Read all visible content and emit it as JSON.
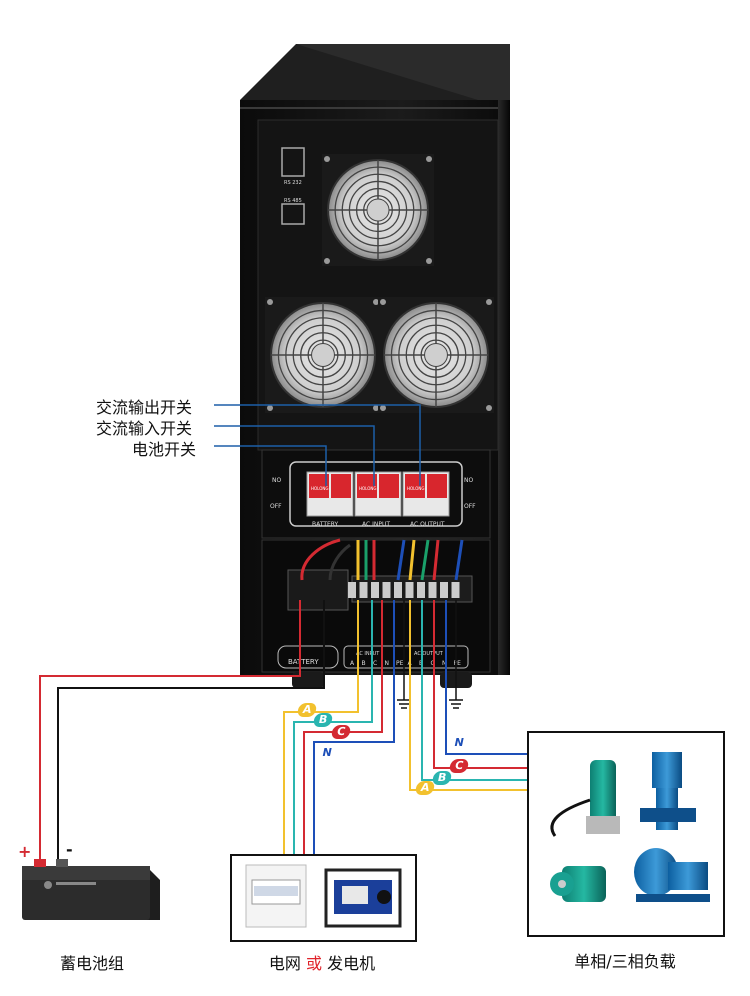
{
  "switch_labels": {
    "ac_output": "交流输出开关",
    "ac_input": "交流输入开关",
    "battery": "电池开关"
  },
  "panel_text": {
    "rs232": "RS 232",
    "rs485": "RS 485",
    "no": "NO",
    "off": "OFF",
    "battery": "BATTERY",
    "ac_input": "AC INPUT",
    "ac_output": "AC OUTPUT",
    "terminal_battery": "BATTERY",
    "terminal_input": "AC INPUT",
    "terminal_output": "AC OUTPUT",
    "breaker_brand": "HOLONG"
  },
  "terminal_pins": [
    "A",
    "B",
    "C",
    "N",
    "PE",
    "A",
    "B",
    "C",
    "N",
    "PE"
  ],
  "phase_badges": {
    "input": [
      "A",
      "B",
      "C",
      "N"
    ],
    "output": [
      "N",
      "C",
      "B",
      "A"
    ]
  },
  "battery_polarity": {
    "plus": "+",
    "minus": "-"
  },
  "captions": {
    "battery_bank": "蓄电池组",
    "grid": "电网",
    "or": "或",
    "generator": "发电机",
    "loads": "单相/三相负载"
  },
  "colors": {
    "phase_a": "#f2c12e",
    "phase_b": "#2ab5b0",
    "phase_c": "#d42a32",
    "neutral": "#1d4fb8",
    "battery_positive": "#d42a32",
    "battery_negative": "#111111",
    "callout_line": "#1d5fa8",
    "cabinet": "#121212",
    "accent_red": "#e0242b"
  }
}
